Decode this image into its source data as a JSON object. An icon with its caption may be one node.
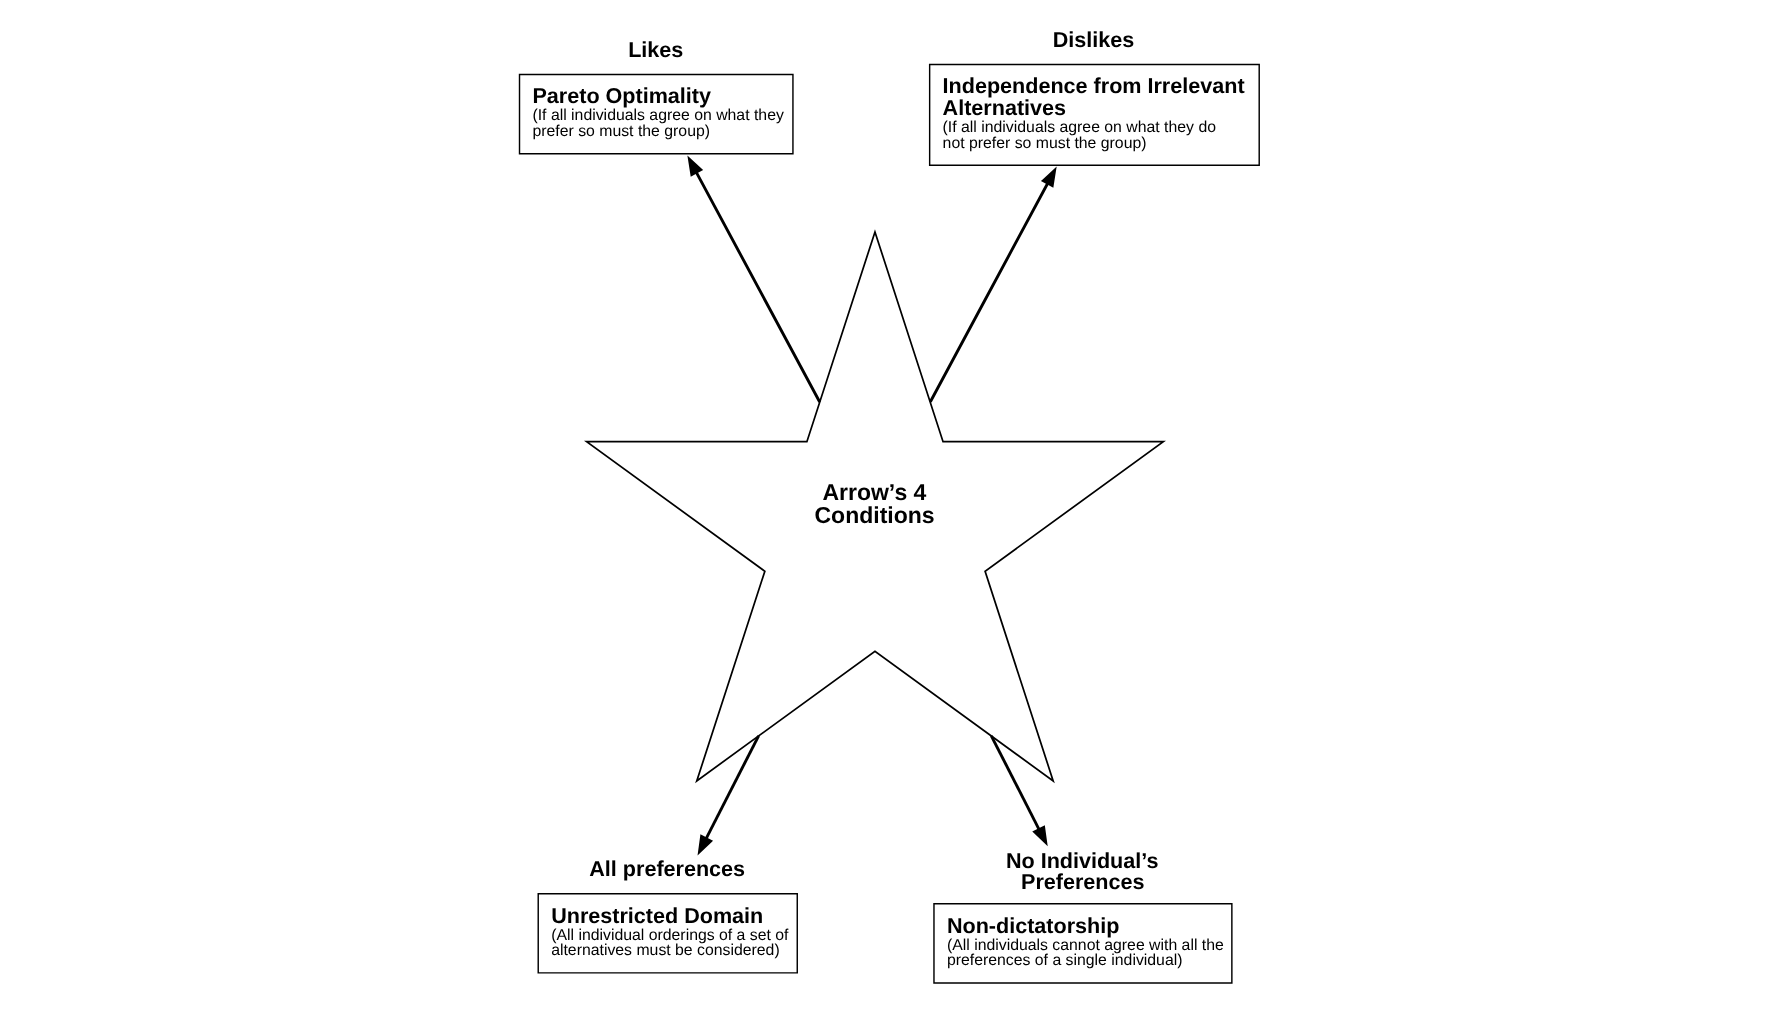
{
  "diagram": {
    "nodes": [
      {
        "text": [
          "Likes",
          "Pareto Optimality",
          "(If all individuals agree on what they prefer so must the group)"
        ]
      },
      {
        "text": [
          "Dislikes",
          "Independence from Irrelevant Alternatives",
          "(If all individuals agree on what they do not prefer so must the group)"
        ]
      },
      {
        "text": [
          "Arrow’s 4 Conditions"
        ]
      },
      {
        "text": [
          "All preferences",
          "Unrestricted Domain",
          "(All individual orderings of a set of alternatives must be considered)"
        ]
      },
      {
        "text": [
          "No Individual’s Preferences",
          "Non-dictatorship",
          "(All individuals cannot agree with all the preferences of a single individual)"
        ]
      }
    ],
    "edges": [
      {
        "from": 2,
        "to": 0,
        "arrow": "to"
      },
      {
        "from": 2,
        "to": 1,
        "arrow": "to"
      },
      {
        "from": 2,
        "to": 3,
        "arrow": "to"
      },
      {
        "from": 2,
        "to": 4,
        "arrow": "to"
      }
    ]
  }
}
